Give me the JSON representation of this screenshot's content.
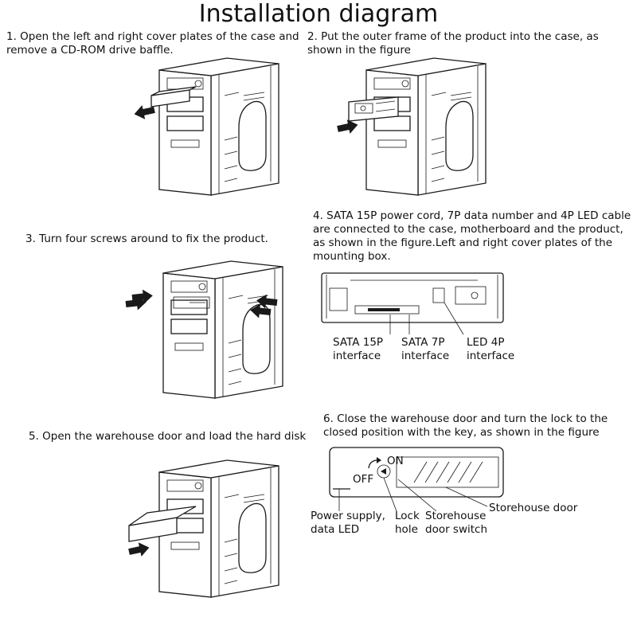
{
  "title": "Installation diagram",
  "steps": [
    {
      "n": "1",
      "text": "1. Open the left and right cover plates of the case and remove a CD-ROM drive baffle."
    },
    {
      "n": "2",
      "text": "2. Put the outer frame of the product into the case, as shown in the figure"
    },
    {
      "n": "3",
      "text": "3. Turn four screws around to fix the product."
    },
    {
      "n": "4",
      "text": "4. SATA 15P power cord, 7P data number and 4P LED cable are connected to the case, motherboard and the product, as shown in the figure.Left and right cover plates of the mounting box."
    },
    {
      "n": "5",
      "text": "5. Open the warehouse door and load the hard disk"
    },
    {
      "n": "6",
      "text": "6. Close the warehouse door and turn the lock to the closed position with the key, as shown in the figure"
    }
  ],
  "rear_labels": {
    "sata15p": "SATA 15P interface",
    "sata7p": "SATA 7P interface",
    "led4p": "LED 4P interface"
  },
  "front_labels": {
    "on": "ON",
    "off": "OFF",
    "storehouse_door": "Storehouse door",
    "power_led": "Power supply, data LED",
    "lock_hole": "Lock hole",
    "door_switch": "Storehouse door switch"
  }
}
